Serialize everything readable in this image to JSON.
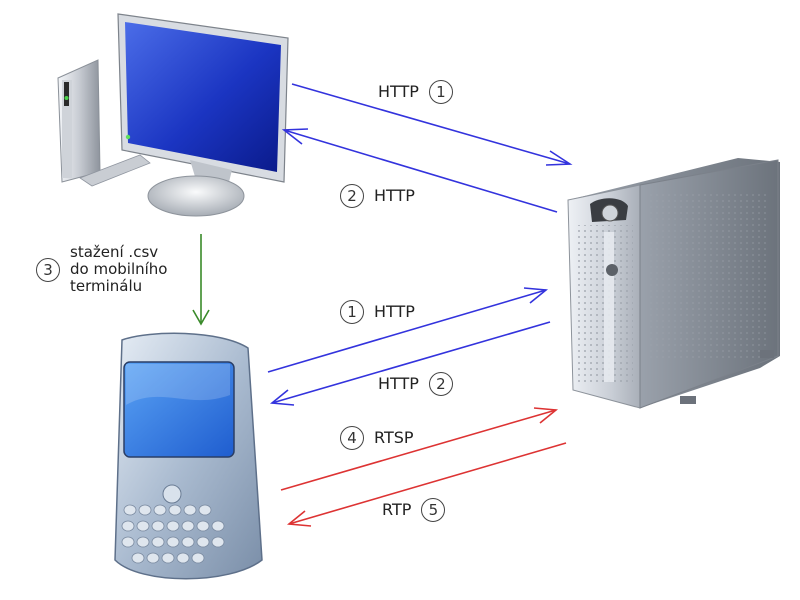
{
  "colors": {
    "http": "#3333dd",
    "rtp": "#dd3333",
    "download": "#3a8a2a"
  },
  "icons": {
    "desktop": "desktop-computer-icon",
    "server": "server-tower-icon",
    "phone": "smartphone-icon"
  },
  "arrows": {
    "a1": {
      "protocol": "HTTP",
      "step": "1"
    },
    "a2": {
      "protocol": "HTTP",
      "step": "2"
    },
    "a3": {
      "step": "3",
      "line1": "stažení .csv",
      "line2": "do mobilního",
      "line3": "terminálu"
    },
    "b1": {
      "protocol": "HTTP",
      "step": "1"
    },
    "b2": {
      "protocol": "HTTP",
      "step": "2"
    },
    "c4": {
      "protocol": "RTSP",
      "step": "4"
    },
    "c5": {
      "protocol": "RTP",
      "step": "5"
    }
  }
}
